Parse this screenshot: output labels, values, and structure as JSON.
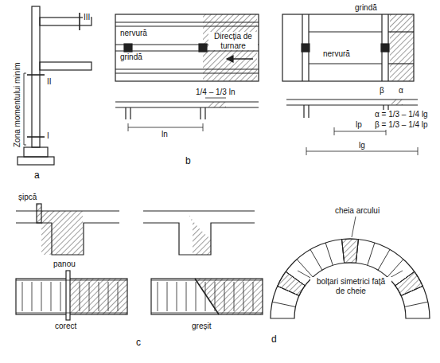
{
  "diagram": {
    "labels": [
      "III",
      "II",
      "I",
      "Zona momentului minim",
      "a",
      "nervură",
      "grindă",
      "Direcția de turnare",
      "1/4 – 1/3 ln",
      "ln",
      "grindă",
      "nervură",
      "β",
      "α",
      "α = 1/3 – 1/4 lg",
      "β = 1/3 – 1/4 lp",
      "lp",
      "lg",
      "b",
      "șipcă",
      "panou",
      "corect",
      "greșit",
      "c",
      "cheia arcului",
      "bolțari simetrici față de cheie",
      "d"
    ]
  }
}
